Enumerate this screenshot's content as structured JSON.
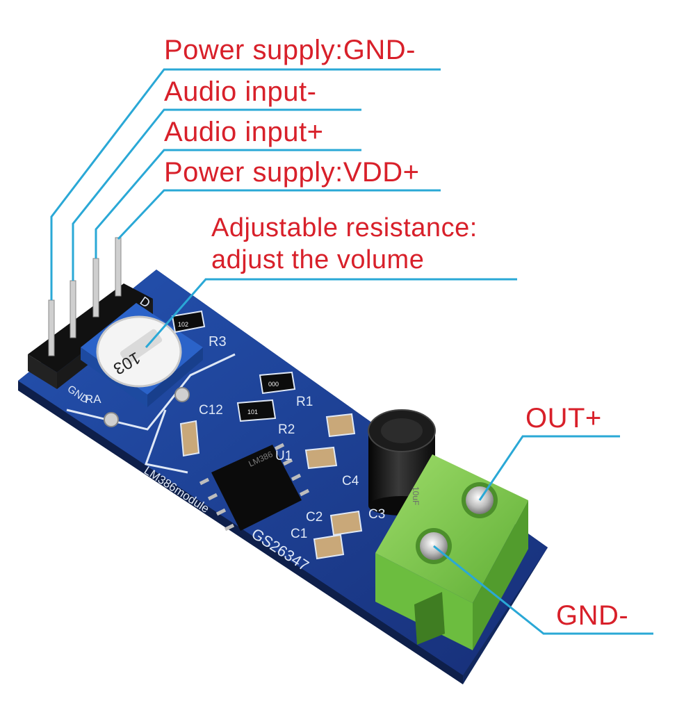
{
  "colors": {
    "label_text": "#d8202a",
    "leader_line": "#2aa8d6",
    "pcb_blue": "#1d3f94",
    "pcb_silkscreen": "#dfe8f6",
    "terminal_green": "#7fc94f",
    "potentiometer_blue": "#2b63c9",
    "header_black": "#111111",
    "pin_gold": "#d8d8d8"
  },
  "labels": {
    "gnd_power": "Power supply:GND-",
    "audio_in_neg": "Audio input-",
    "audio_in_pos": "Audio input+",
    "vdd_power": "Power supply:VDD+",
    "pot_line1": "Adjustable resistance:",
    "pot_line2": "adjust the volume",
    "out_pos": "OUT+",
    "out_gnd": "GND-"
  },
  "silkscreen": {
    "r3": "R3",
    "r1": "R1",
    "r2": "R2",
    "c12": "C12",
    "c4": "C4",
    "c3": "C3",
    "c2": "C2",
    "c1": "C1",
    "u1": "U1",
    "module": "LM386module",
    "code": "GS26347",
    "gnd_pin": "GND",
    "vdd_pin": "D",
    "pot_ref": "RA",
    "resistor_value": "102",
    "r1_value": "000",
    "r2_value": "101",
    "pot_value": "103"
  },
  "chip_text": "LM386",
  "capacitor_text": "10uF"
}
